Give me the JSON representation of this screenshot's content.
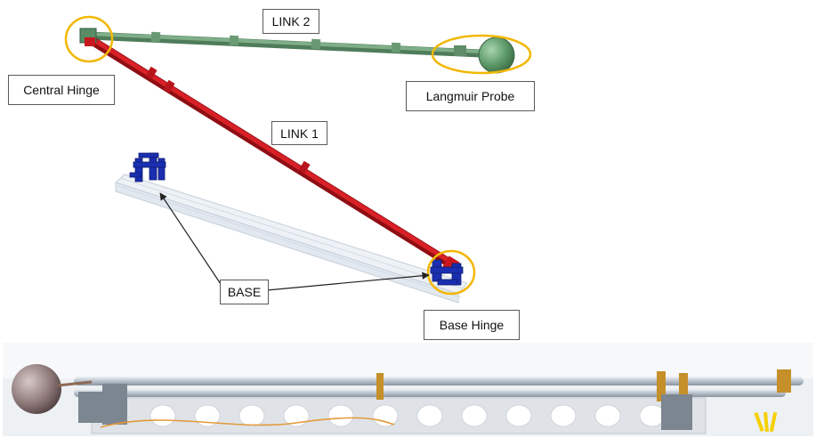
{
  "labels": {
    "link2": "LINK 2",
    "link1": "LINK 1",
    "central_hinge": "Central Hinge",
    "langmuir_probe": "Langmuir Probe",
    "base": "BASE",
    "base_hinge": "Base Hinge"
  },
  "colors": {
    "link1": "#c8161d",
    "link2": "#6f9e7a",
    "probe": "#5d9a68",
    "hinge_blue": "#1a2fb0",
    "highlight": "#f2b705",
    "base_rail": "#e3e8ef",
    "arrow": "#222222"
  }
}
